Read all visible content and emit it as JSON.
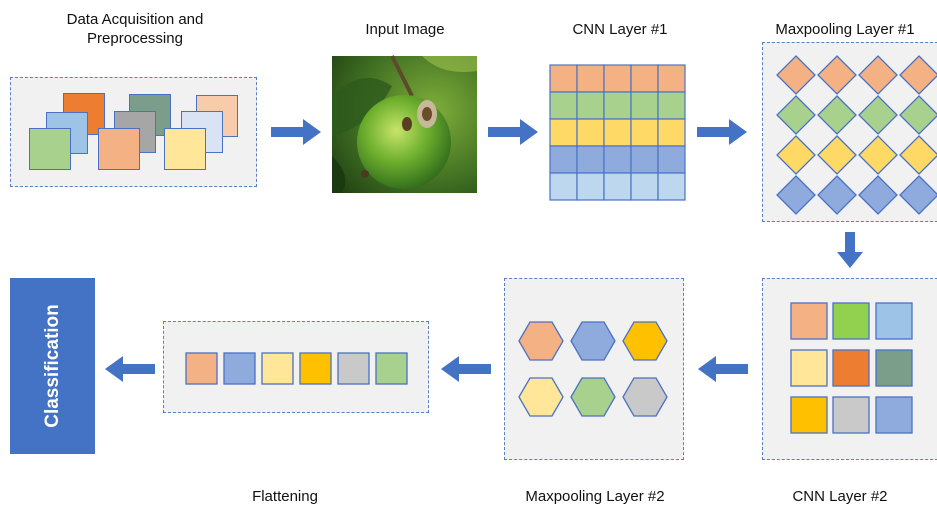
{
  "labels": {
    "data_acquisition": "Data Acquisition and Preprocessing",
    "input_image": "Input Image",
    "cnn1": "CNN Layer #1",
    "maxpool1": "Maxpooling Layer #1",
    "cnn2": "CNN Layer #2",
    "maxpool2": "Maxpooling Layer #2",
    "flattening": "Flattening",
    "classification": "Classification"
  },
  "colors": {
    "accent": "#4472c4",
    "border": "#4a72c4",
    "panel_bg": "#f1f1f1",
    "orange_dark": "#ed7d31",
    "orange_light": "#f4b183",
    "green_light": "#a9d18e",
    "green_bright": "#92d050",
    "teal": "#7a9e8a",
    "yellow": "#ffd966",
    "gold": "#ffc000",
    "blue_mid": "#8faadc",
    "blue_light": "#9dc3e6",
    "blue_pale": "#bdd7ee",
    "gray": "#c9c9c9",
    "cream": "#ffe699"
  },
  "preprocessing_squares": [
    "#ed7d31",
    "#9dc3e6",
    "#a9d18e",
    "#7a9e8a",
    "#b4b4b4",
    "#f4b183",
    "#f8cbad",
    "#dae3f3",
    "#ffe699"
  ],
  "cnn1_rows": [
    "#f4b183",
    "#a9d18e",
    "#ffd966",
    "#8faadc",
    "#bdd7ee"
  ],
  "maxpool1_rows": [
    "#f4b183",
    "#a9d18e",
    "#ffd966",
    "#8faadc"
  ],
  "cnn2_grid": [
    "#f4b183",
    "#92d050",
    "#9dc3e6",
    "#ffe699",
    "#ed7d31",
    "#7a9e8a",
    "#ffc000",
    "#c9c9c9",
    "#8faadc"
  ],
  "maxpool2_hexes": [
    "#f4b183",
    "#8faadc",
    "#ffc000",
    "#ffe699",
    "#a9d18e",
    "#c9c9c9"
  ],
  "flatten_squares": [
    "#f4b183",
    "#8faadc",
    "#ffe699",
    "#ffc000",
    "#c9c9c9",
    "#a9d18e"
  ]
}
